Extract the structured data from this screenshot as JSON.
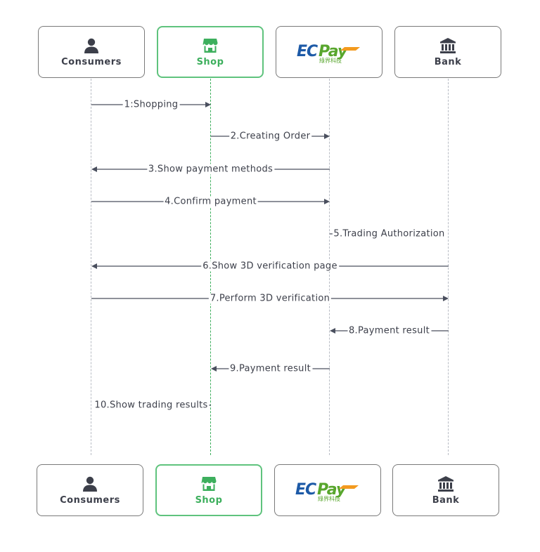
{
  "participants": [
    {
      "id": "consumers",
      "label": "Consumers",
      "icon": "person-icon"
    },
    {
      "id": "shop",
      "label": "Shop",
      "icon": "storefront-icon"
    },
    {
      "id": "ecpay",
      "label": "ECPay",
      "logo_text": "ECPay",
      "logo_subtext": "綠界科技",
      "icon": "ecpay-logo"
    },
    {
      "id": "bank",
      "label": "Bank",
      "icon": "bank-icon"
    }
  ],
  "messages": [
    {
      "from": "consumers",
      "to": "shop",
      "label": "1:Shopping"
    },
    {
      "from": "shop",
      "to": "ecpay",
      "label": "2.Creating Order"
    },
    {
      "from": "ecpay",
      "to": "consumers",
      "label": "3.Show payment methods"
    },
    {
      "from": "consumers",
      "to": "ecpay",
      "label": "4.Confirm payment"
    },
    {
      "from": "ecpay",
      "to": "bank",
      "label": "5.Trading Authorization"
    },
    {
      "from": "bank",
      "to": "consumers",
      "label": "6.Show 3D verification page"
    },
    {
      "from": "consumers",
      "to": "bank",
      "label": "7.Perform 3D verification"
    },
    {
      "from": "bank",
      "to": "ecpay",
      "label": "8.Payment result"
    },
    {
      "from": "ecpay",
      "to": "shop",
      "label": "9.Payment result"
    },
    {
      "from": "shop",
      "to": "consumers",
      "label": "10.Show trading results"
    }
  ],
  "colors": {
    "shop_accent": "#3daf5d",
    "shop_border": "#5fc37d",
    "text": "#3c3f4a",
    "arrow": "#4a4f5e",
    "lifeline": "#b8bcc4",
    "ecpay_blue": "#1d5aa7",
    "ecpay_green": "#58a62d",
    "ecpay_orange": "#f39a1e"
  }
}
